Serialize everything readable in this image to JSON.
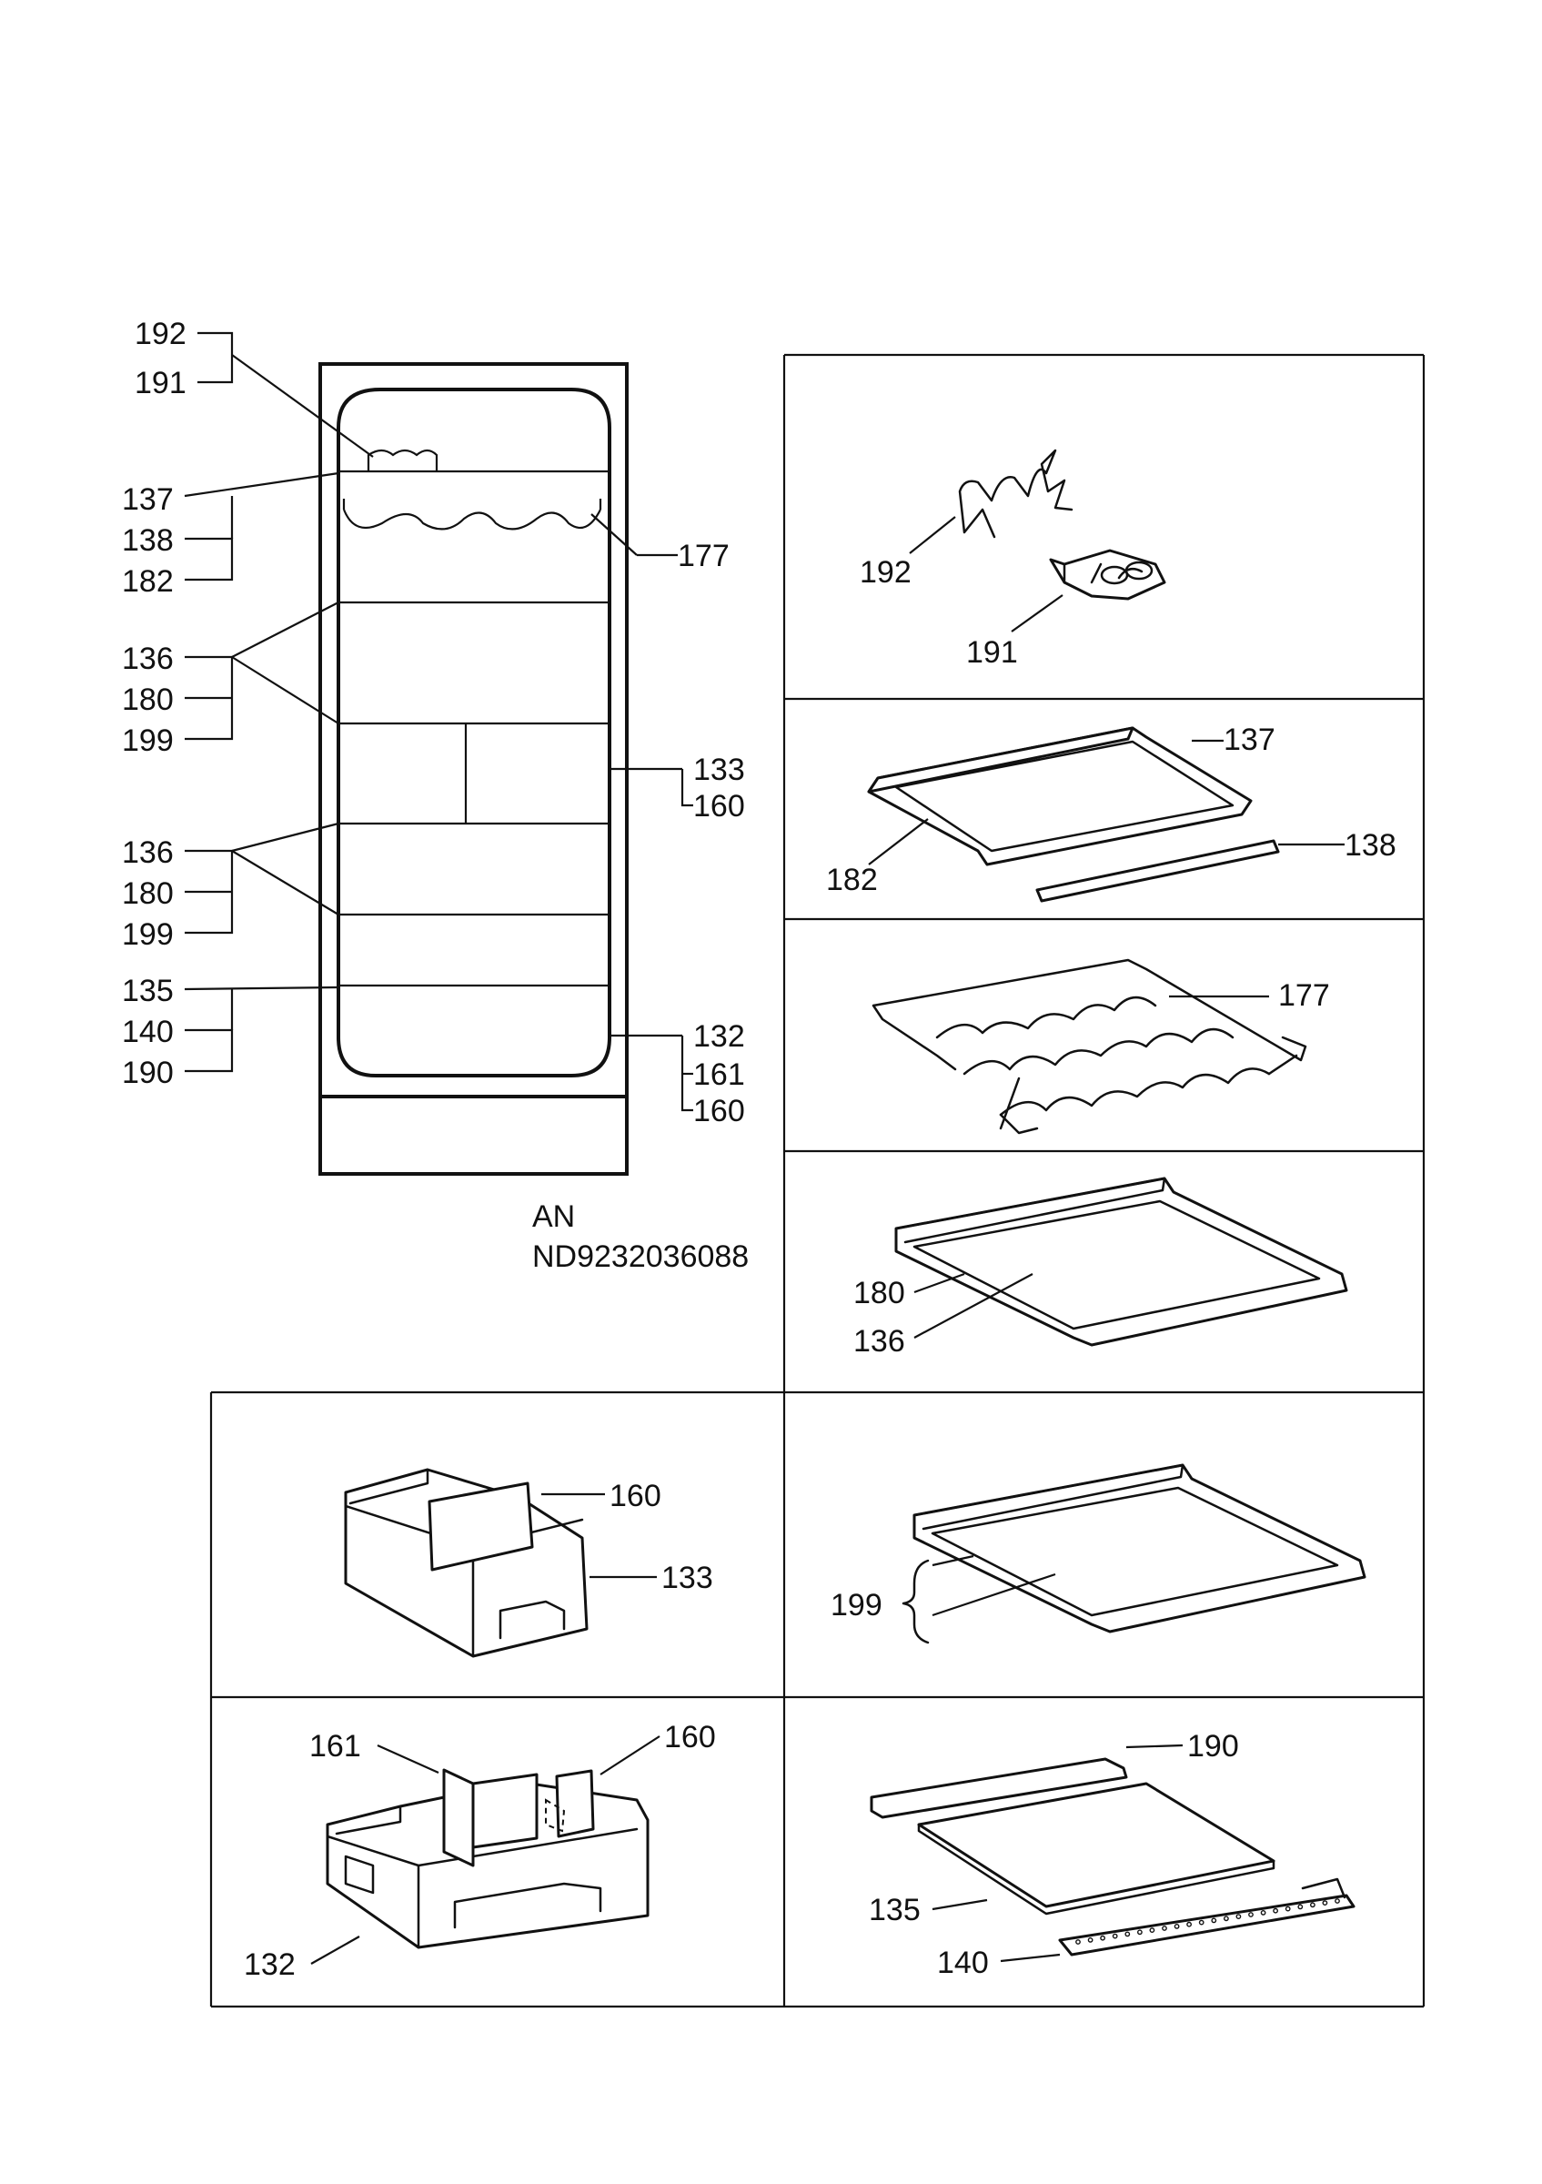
{
  "doc_code": {
    "line1": "AN",
    "line2": "ND9232036088"
  },
  "overview_labels": {
    "l192": "192",
    "l191": "191",
    "l137": "137",
    "l138": "138",
    "l182": "182",
    "l136a": "136",
    "l180a": "180",
    "l199a": "199",
    "l136b": "136",
    "l180b": "180",
    "l199b": "199",
    "l135": "135",
    "l140": "140",
    "l190": "190",
    "r177": "177",
    "r133": "133",
    "r160a": "160",
    "r132": "132",
    "r161": "161",
    "r160b": "160"
  },
  "panels": {
    "p_clip": {
      "l192": "192",
      "l191": "191"
    },
    "p_shelf_top": {
      "l137": "137",
      "l138": "138",
      "l182": "182"
    },
    "p_bottle_rack": {
      "l177": "177"
    },
    "p_shelf_glass": {
      "l180": "180",
      "l136": "136"
    },
    "p_shelf_split": {
      "l199": "199"
    },
    "p_drawer_small": {
      "l160": "160",
      "l133": "133"
    },
    "p_drawer_big": {
      "l161": "161",
      "l160": "160",
      "l132": "132"
    },
    "p_crisper_cover": {
      "l190": "190",
      "l135": "135",
      "l140": "140"
    }
  }
}
